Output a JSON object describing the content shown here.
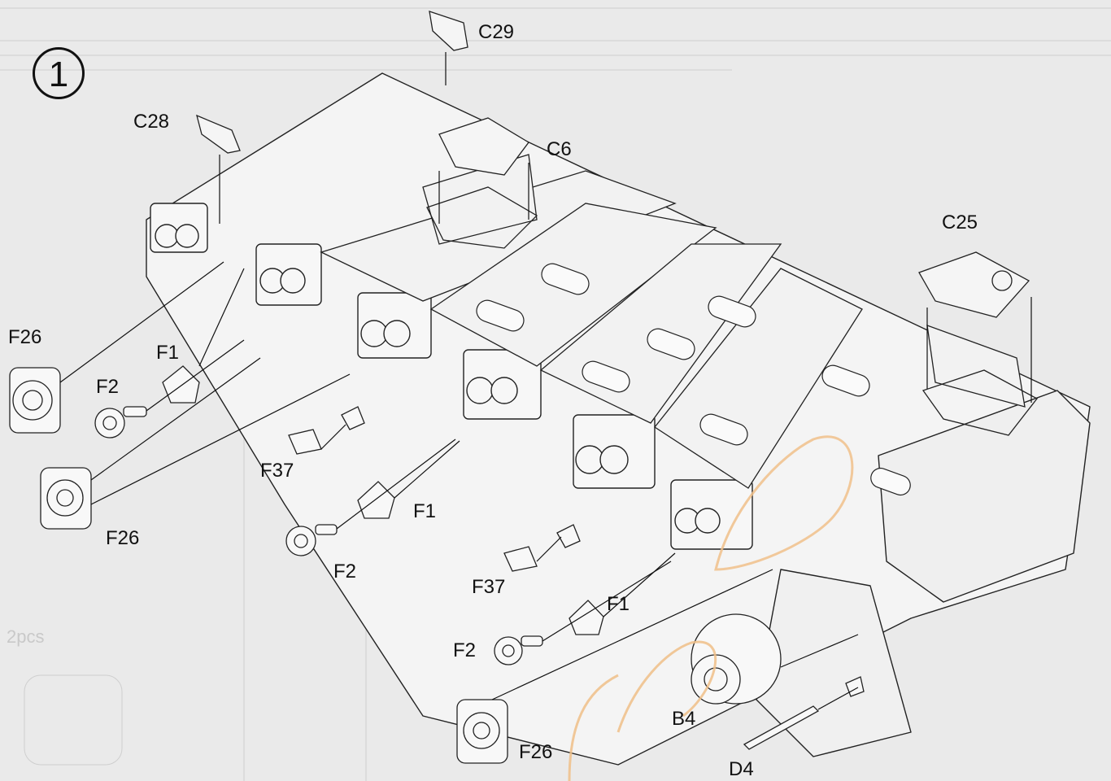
{
  "step": {
    "number": "1"
  },
  "part_labels": {
    "c29": "C29",
    "c28": "C28",
    "c6": "C6",
    "c25": "C25",
    "f26_top": "F26",
    "f1_a": "F1",
    "f2_a": "F2",
    "f26_mid": "F26",
    "f37_a": "F37",
    "f1_b": "F1",
    "f2_b": "F2",
    "f37_b": "F37",
    "f1_c": "F1",
    "f2_c": "F2",
    "f26_bottom": "F26",
    "b4": "B4",
    "d4": "D4"
  },
  "bleed_through": {
    "pcs": "2pcs"
  },
  "colors": {
    "paper": "#eaeaea",
    "ink": "#111111",
    "watermark": "#f0c089"
  }
}
